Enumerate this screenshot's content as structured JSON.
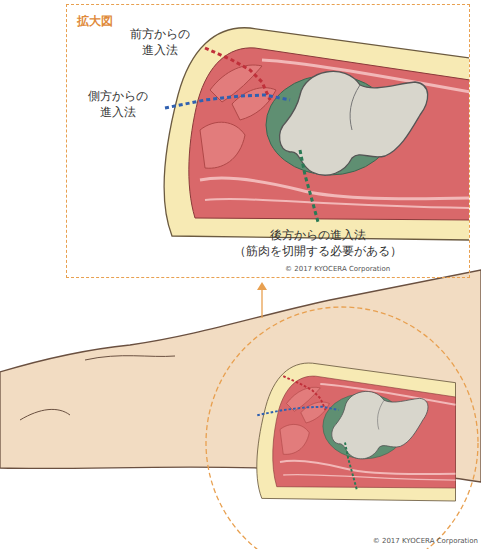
{
  "diagram": {
    "nodes": [
      {
        "text": [
          "拡大図"
        ]
      }
    ],
    "labels": [
      "前方からの 進入法",
      "側方からの 進入法",
      "後方からの進入法 （筋肉を切開する必要がある）",
      "© 2017 KYOCERA Corporation",
      "© 2017 KYOCERA Corporation"
    ]
  }
}
